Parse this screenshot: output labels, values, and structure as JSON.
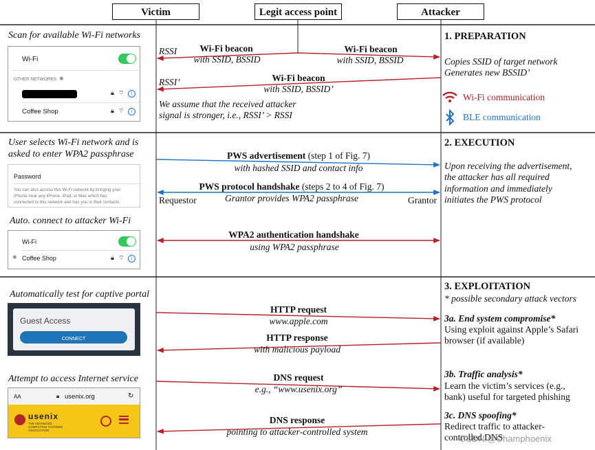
{
  "headers": {
    "victim": "Victim",
    "legit_ap": "Legit access point",
    "attacker": "Attacker"
  },
  "colors": {
    "wifi": "#b5202a",
    "ble": "#1a73c8",
    "connect_button": "#1f74b8",
    "usenix_yellow": "#f5c518",
    "toggle": "#34c759"
  },
  "left": {
    "scan_title": "Scan for available Wi-Fi networks",
    "phone1": {
      "wifi_label": "Wi-Fi",
      "other_networks": "OTHER NETWORKS",
      "network2": "Coffee Shop"
    },
    "select_title_1": "User selects Wi-Fi network and is",
    "select_title_2": "asked to enter WPA2 passphrase",
    "phone2": {
      "field_label": "Password",
      "note_1": "You can also access this Wi-Fi network by bringing your",
      "note_2": "iPhone near any iPhone, iPad, or Mac which has",
      "note_3": "connected to this network and has you in their contacts."
    },
    "auto_title": "Auto. connect to attacker Wi-Fi",
    "phone3": {
      "wifi_label": "Wi-Fi",
      "network": "Coffee Shop"
    },
    "captive_title": "Automatically test for captive portal",
    "portal": {
      "title": "Guest Access",
      "button": "CONNECT"
    },
    "internet_title": "Attempt to access Internet service",
    "browser": {
      "aa": "AA",
      "url": "usenix.org",
      "logo": "usenix",
      "tagline_1": "THE ADVANCED",
      "tagline_2": "COMPUTING SYSTEMS",
      "tagline_3": "ASSOCIATION"
    }
  },
  "messages": {
    "rssi": "RSSI",
    "beacon_legit": "Wi-Fi beacon",
    "beacon_legit_sub": "with SSID, BSSID",
    "beacon_attacker_fwd": "Wi-Fi beacon",
    "beacon_attacker_fwd_sub": "with SSID, BSSID",
    "rssi_prime": "RSSI’",
    "beacon_spoof": "Wi-Fi beacon",
    "beacon_spoof_sub": "with SSID, BSSID’",
    "assume_1": "We assume that the received attacker",
    "assume_2": "signal is stronger, i.e., RSSI’ > RSSI",
    "pws_adv": "PWS advertisement",
    "pws_adv_step": " (step 1 of Fig. 7)",
    "pws_adv_sub": "with hashed SSID and contact info",
    "pws_hs": "PWS protocol handshake",
    "pws_hs_step": " (steps 2 to 4 of Fig. 7)",
    "pws_hs_sub": "Grantor provides WPA2 passphrase",
    "requestor": "Requestor",
    "grantor": "Grantor",
    "wpa2": "WPA2 authentication handshake",
    "wpa2_sub": "using WPA2 passphrase",
    "http_req": "HTTP request",
    "http_req_sub": "www.apple.com",
    "http_resp": "HTTP response",
    "http_resp_sub": "with malicious payload",
    "dns_req": "DNS request",
    "dns_req_sub": "e.g., “www.usenix.org”",
    "dns_resp": "DNS response",
    "dns_resp_sub": "pointing to attacker-controlled system"
  },
  "right": {
    "prep_title": "1. PREPARATION",
    "prep_1": "Copies SSID of target network",
    "prep_2": "Generates new BSSID’",
    "legend_wifi": "Wi-Fi communication",
    "legend_ble": "BLE communication",
    "exec_title": "2. EXECUTION",
    "exec_1": "Upon receiving the advertisement,",
    "exec_2": "the attacker has all required",
    "exec_3": "information and immediately",
    "exec_4": "initiates the PWS protocol",
    "exploit_title": "3. EXPLOITATION",
    "exploit_note": "* possible secondary attack vectors",
    "a_title": "3a. End system compromise*",
    "a_1": "Using exploit against Apple’s Safari",
    "a_2": "browser (if available)",
    "b_title": "3b. Traffic analysis*",
    "b_1": "Learn the victim’s services (e.g.,",
    "b_2": "bank) useful for targeted phishing",
    "c_title": "3c. DNS spoofing*",
    "c_1": "Redirect traffic to attacker-",
    "c_2": "controlled DNS"
  },
  "watermark": "CSDN @Champhoenix"
}
